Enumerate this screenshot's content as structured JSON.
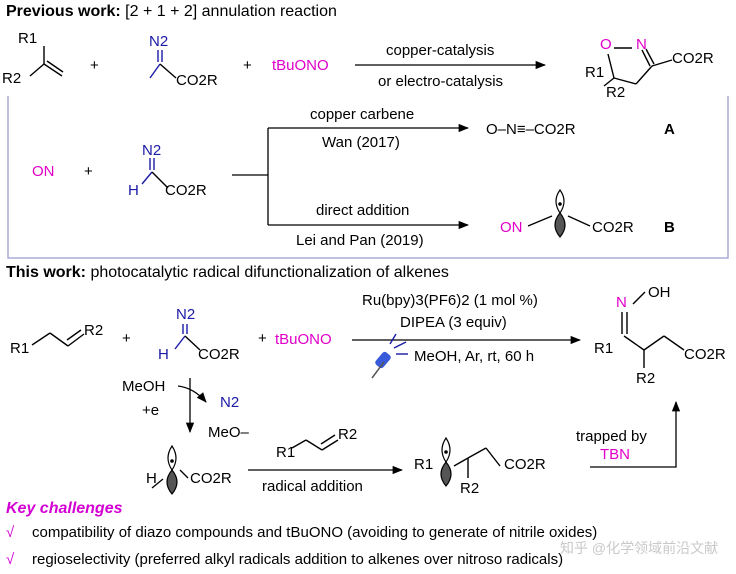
{
  "previous_work": {
    "label": "Previous work:",
    "rest": " [2 + 1 + 2] annulation reaction",
    "plus": "+",
    "alkene_r1": "R1",
    "alkene_r2": "R2",
    "diazo_n2": "N2",
    "diazo_co2r": "CO2R",
    "tbuono": "tBuONO",
    "cond_top": "copper-catalysis",
    "cond_bottom": "or electro-catalysis",
    "prod_o": "O",
    "prod_n": "N",
    "prod_co2r": "CO2R",
    "prod_r1": "R1",
    "prod_r2": "R2"
  },
  "mechanism": {
    "on_radical": "ON",
    "plus": "+",
    "n2": "N2",
    "h": "H",
    "co2r": "CO2R",
    "path_a_top": "copper carbene",
    "path_a_bottom": "Wan (2017)",
    "path_a_species": "O–N≡–CO2R",
    "path_a_letter": "A",
    "path_b_top": "direct addition",
    "path_b_bottom": "Lei and Pan (2019)",
    "path_b_on": "ON",
    "path_b_co2r": "CO2R",
    "path_b_letter": "B"
  },
  "this_work": {
    "label": "This work:",
    "rest": " photocatalytic radical difunctionalization of alkenes",
    "alkene_r1": "R1",
    "alkene_r2": "R2",
    "plus": "+",
    "diazo_n2": "N2",
    "diazo_h": "H",
    "diazo_co2r": "CO2R",
    "tbuono": "tBuONO",
    "cond_1": "Ru(bpy)3(PF6)2 (1 mol %)",
    "cond_2": "DIPEA (3 equiv)",
    "cond_3": "MeOH, Ar, rt, 60 h",
    "prod_oh": "OH",
    "prod_n": "N",
    "prod_r1": "R1",
    "prod_r2": "R2",
    "prod_co2r": "CO2R",
    "meoh": "MeOH",
    "plus_e": "+e",
    "n2_out": "N2",
    "meo_minus": "MeO–",
    "radical_h": "H",
    "radical_co2r": "CO2R",
    "add_alkene_r1": "R1",
    "add_alkene_r2": "R2",
    "radical_addition": "radical addition",
    "int_r1": "R1",
    "int_r2": "R2",
    "int_co2r": "CO2R",
    "trapped_by": "trapped by",
    "tbn": "TBN"
  },
  "challenges": {
    "title": "Key challenges",
    "check": "√",
    "item1": "compatibility of diazo compounds and tBuONO (avoiding to generate of nitrile oxides)",
    "item2": "regioselectivity (preferred alkyl radicals addition to alkenes over nitroso radicals)"
  },
  "watermark": "知乎 @化学领域前沿文献",
  "colors": {
    "blue": "#1a1aa6",
    "magenta": "#e000c8",
    "box": "#9b9bd0"
  }
}
